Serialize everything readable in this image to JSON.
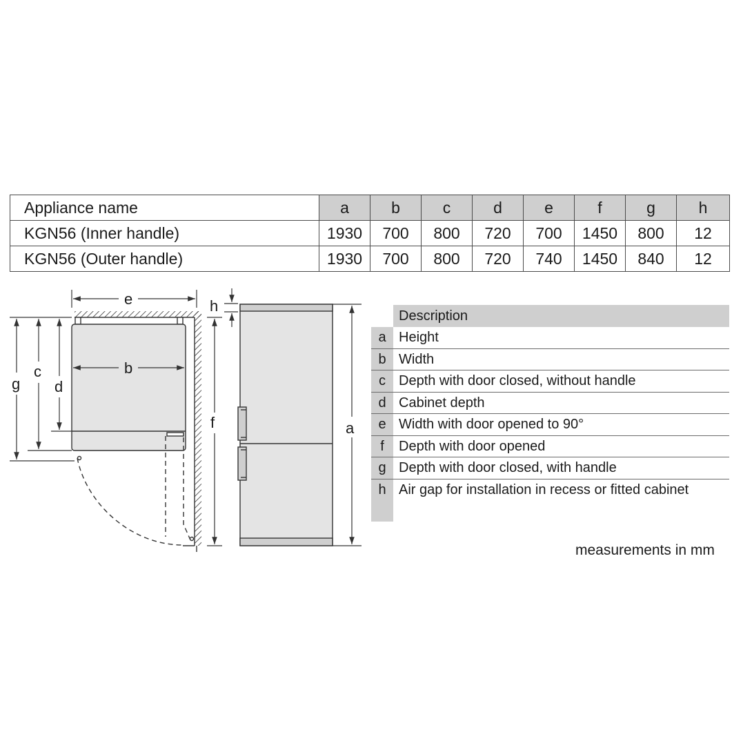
{
  "table": {
    "header": {
      "name": "Appliance name",
      "columns": [
        "a",
        "b",
        "c",
        "d",
        "e",
        "f",
        "g",
        "h"
      ]
    },
    "rows": [
      {
        "name": "KGN56 (Inner handle)",
        "values": [
          "1930",
          "700",
          "800",
          "720",
          "700",
          "1450",
          "800",
          "12"
        ]
      },
      {
        "name": "KGN56 (Outer handle)",
        "values": [
          "1930",
          "700",
          "800",
          "720",
          "740",
          "1450",
          "840",
          "12"
        ]
      }
    ]
  },
  "legend": {
    "title": "Description",
    "items": [
      {
        "key": "a",
        "text": "Height"
      },
      {
        "key": "b",
        "text": "Width"
      },
      {
        "key": "c",
        "text": "Depth with door closed, without handle"
      },
      {
        "key": "d",
        "text": "Cabinet depth"
      },
      {
        "key": "e",
        "text": "Width with door opened to 90°"
      },
      {
        "key": "f",
        "text": "Depth with door opened"
      },
      {
        "key": "g",
        "text": "Depth with door closed, with handle"
      },
      {
        "key": "h",
        "text": "Air gap for installation in recess or fitted cabinet"
      }
    ]
  },
  "units_note": "measurements in mm",
  "diagram": {
    "labels": {
      "a": "a",
      "b": "b",
      "c": "c",
      "d": "d",
      "e": "e",
      "f": "f",
      "g": "g",
      "h": "h"
    },
    "colors": {
      "line": "#333333",
      "fill_gray": "#cfcfcf",
      "appliance_fill": "#e4e4e4"
    }
  }
}
